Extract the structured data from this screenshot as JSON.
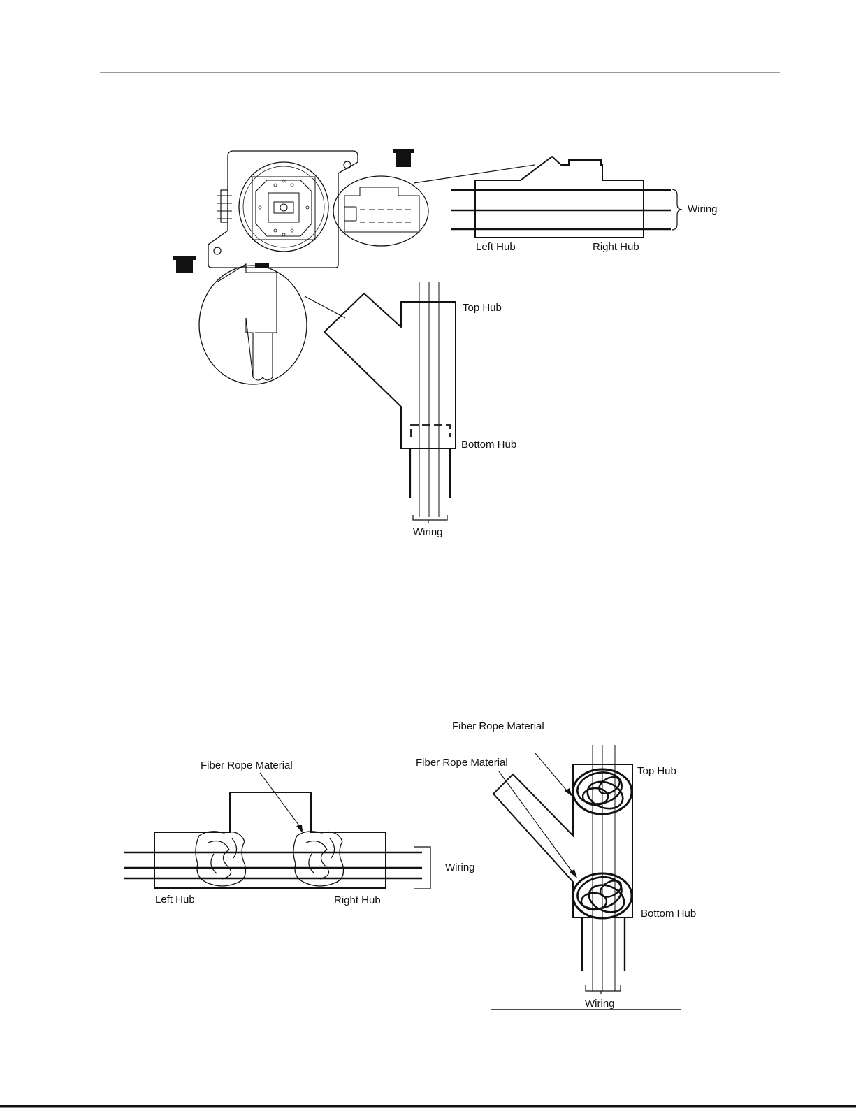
{
  "figure1": {
    "wiring_right": "Wiring",
    "left_hub": "Left Hub",
    "right_hub": "Right Hub",
    "top_hub": "Top Hub",
    "bottom_hub": "Bottom Hub",
    "wiring_bottom": "Wiring"
  },
  "figure2": {
    "fiber_rope_left": "Fiber Rope Material",
    "wiring": "Wiring",
    "left_hub": "Left Hub",
    "right_hub": "Right Hub"
  },
  "figure3": {
    "fiber_rope_upper": "Fiber Rope Material",
    "fiber_rope_lower": "Fiber Rope Material",
    "top_hub": "Top Hub",
    "bottom_hub": "Bottom Hub",
    "wiring": "Wiring"
  }
}
